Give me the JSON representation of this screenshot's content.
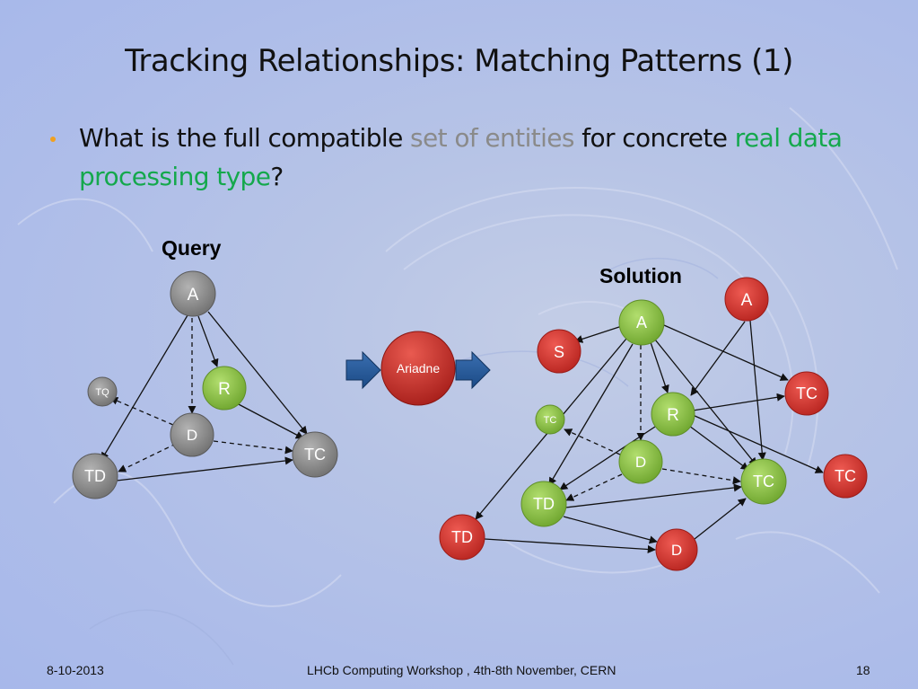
{
  "slide": {
    "title": "Tracking Relationships: Matching Patterns (1)",
    "bullet": {
      "part1": "What is the full compatible ",
      "part2": "set of entities",
      "part3": " for concrete ",
      "part4": "real data processing type",
      "part5": "?"
    }
  },
  "colors": {
    "grey_node": "#8c8c8c",
    "green_node": "#8ec441",
    "red_node": "#d93a36",
    "accent_green": "#14a84c",
    "accent_grey": "#8a8a8a",
    "arrow_blue": "#1f4f86"
  },
  "query": {
    "label": "Query",
    "nodes": {
      "a": "A",
      "r": "R",
      "tq": "TQ",
      "d": "D",
      "tc": "TC",
      "td": "TD"
    }
  },
  "process": {
    "label": "Ariadne"
  },
  "solution": {
    "label": "Solution",
    "nodes": {
      "a": "A",
      "s": "S",
      "r": "R",
      "tc_tag": "TC",
      "d": "D",
      "td": "TD",
      "tc": "TC",
      "a_red": "A",
      "tc_red1": "TC",
      "tc_red2": "TC",
      "td_red": "TD",
      "d_red": "D"
    }
  },
  "footer": {
    "date": "8-10-2013",
    "event": "LHCb Computing Workshop , 4th-8th November, CERN",
    "page": "18"
  }
}
